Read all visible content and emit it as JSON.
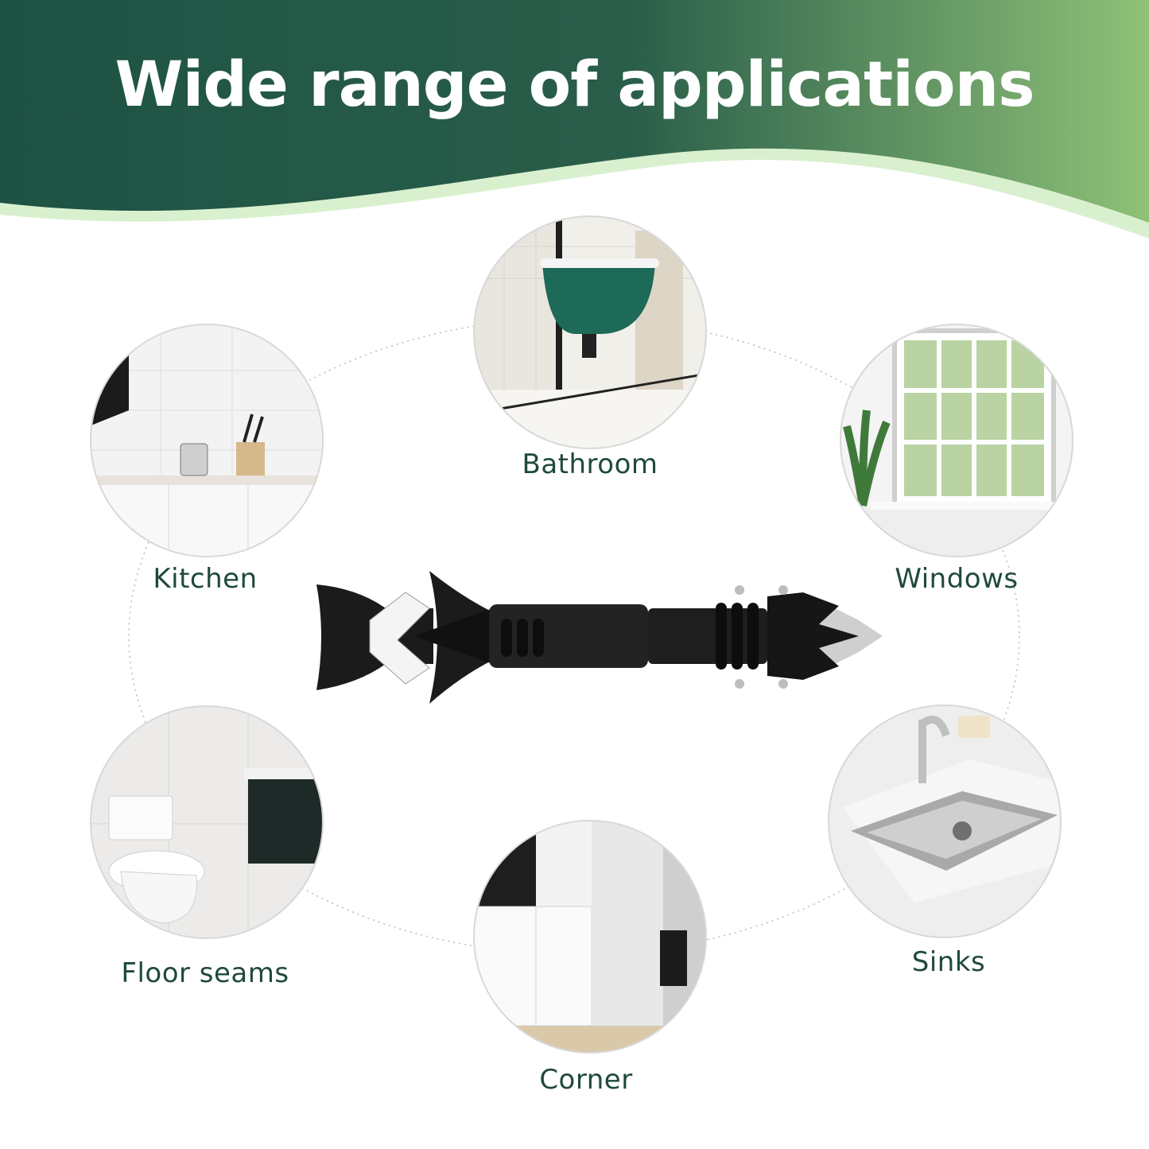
{
  "title": "Wide range of applications",
  "colors": {
    "banner_dark": "#1e5244",
    "banner_light": "#8fc177",
    "wave_accent": "#d9f0cf",
    "label_text": "#1f4a3a"
  },
  "applications": [
    {
      "label": "Bathroom",
      "icon": "bathtub-scene"
    },
    {
      "label": "Kitchen",
      "icon": "kitchen-scene"
    },
    {
      "label": "Windows",
      "icon": "window-scene"
    },
    {
      "label": "Floor seams",
      "icon": "toilet-scene"
    },
    {
      "label": "Corner",
      "icon": "corner-scene"
    },
    {
      "label": "Sinks",
      "icon": "sink-scene"
    }
  ],
  "product": {
    "icon": "caulking-tool"
  }
}
